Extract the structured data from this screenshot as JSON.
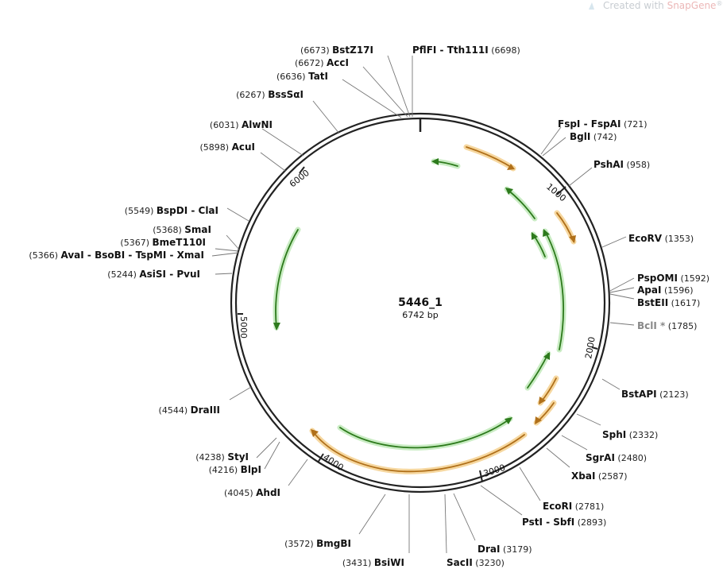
{
  "branding": {
    "prefix": "Created with ",
    "name": "SnapGene",
    "mark": "®"
  },
  "plasmid": {
    "name": "5446_1",
    "length_label": "6742 bp",
    "length": 6742
  },
  "backbone_color": "#222222",
  "colors": {
    "orange": "#f1a83a",
    "green": "#41b649"
  },
  "ticks": [
    {
      "bp": 1000,
      "label": "1000"
    },
    {
      "bp": 2000,
      "label": "2000"
    },
    {
      "bp": 3000,
      "label": "3000"
    },
    {
      "bp": 4000,
      "label": "4000"
    },
    {
      "bp": 5000,
      "label": "5000"
    },
    {
      "bp": 6000,
      "label": "6000"
    }
  ],
  "enzymes": [
    {
      "name": "PflFI",
      "name2": "Tth111I",
      "pos": "(6698)"
    },
    {
      "name": "BstZ17I",
      "pos": "(6673)"
    },
    {
      "name": "AccI",
      "pos": "(6672)"
    },
    {
      "name": "TatI",
      "pos": "(6636)"
    },
    {
      "name": "BssSαI",
      "pos": "(6267)"
    },
    {
      "name": "AlwNI",
      "pos": "(6031)"
    },
    {
      "name": "AcuI",
      "pos": "(5898)"
    },
    {
      "name": "BspDI",
      "name2": "ClaI",
      "pos": "(5549)"
    },
    {
      "name": "SmaI",
      "pos": "(5368)"
    },
    {
      "name": "BmeT110I",
      "pos": "(5367)"
    },
    {
      "name": "AvaI",
      "name2": "BsoBI",
      "name3": "TspMI",
      "name4": "XmaI",
      "pos": "(5366)"
    },
    {
      "name": "AsiSI",
      "name2": "PvuI",
      "pos": "(5244)"
    },
    {
      "name": "DraIII",
      "pos": "(4544)"
    },
    {
      "name": "StyI",
      "pos": "(4238)"
    },
    {
      "name": "BlpI",
      "pos": "(4216)"
    },
    {
      "name": "AhdI",
      "pos": "(4045)"
    },
    {
      "name": "BmgBI",
      "pos": "(3572)"
    },
    {
      "name": "BsiWI",
      "pos": "(3431)"
    },
    {
      "name": "SacII",
      "pos": "(3230)"
    },
    {
      "name": "DraI",
      "pos": "(3179)"
    },
    {
      "name": "PstI",
      "name2": "SbfI",
      "pos": "(2893)"
    },
    {
      "name": "EcoRI",
      "pos": "(2781)"
    },
    {
      "name": "XbaI",
      "pos": "(2587)"
    },
    {
      "name": "SgrAI",
      "pos": "(2480)"
    },
    {
      "name": "SphI",
      "pos": "(2332)"
    },
    {
      "name": "BstAPI",
      "pos": "(2123)"
    },
    {
      "name": "BclI *",
      "pos": "(1785)"
    },
    {
      "name": "BstEII",
      "pos": "(1617)"
    },
    {
      "name": "ApaI",
      "pos": "(1596)"
    },
    {
      "name": "PspOMI",
      "pos": "(1592)"
    },
    {
      "name": "EcoRV",
      "pos": "(1353)"
    },
    {
      "name": "PshAI",
      "pos": "(958)"
    },
    {
      "name": "BglI",
      "pos": "(742)"
    },
    {
      "name": "FspI",
      "name2": "FspAI",
      "pos": "(721)"
    }
  ]
}
